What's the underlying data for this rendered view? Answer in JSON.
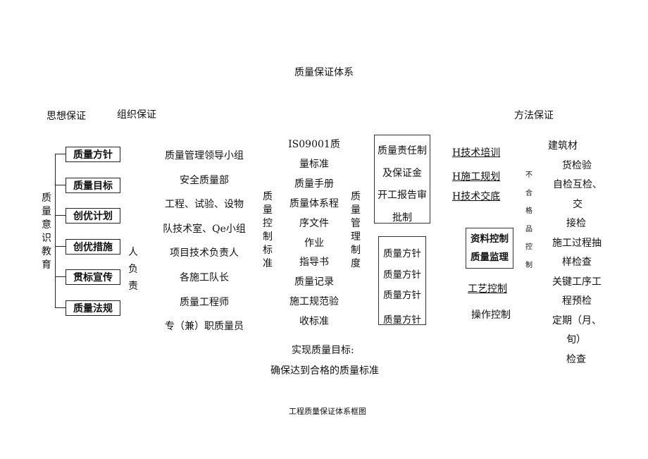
{
  "title": "质量保证体系",
  "caption": "工程质量保证体系框图",
  "headers": {
    "thought": "思想保证",
    "organization": "组织保证",
    "method": "方法保证"
  },
  "thought": {
    "vertical_label": [
      "质",
      "量",
      "意",
      "识",
      "教",
      "育"
    ],
    "items": [
      "质量方针",
      "质量目标",
      "创优计划",
      "创优措施",
      "贯标宣传",
      "质量法规"
    ]
  },
  "organization": {
    "person_label": [
      "人",
      "负",
      "责"
    ],
    "items": [
      "质量管理领导小组",
      "安全质量部",
      "工程、试验、设物",
      "队技术室、Qe小组",
      "项目技术负责人",
      "各施工队长",
      "质量工程师",
      "专（兼）职质量员"
    ]
  },
  "control_standard": {
    "vertical_label": [
      "质",
      "量",
      "控",
      "制",
      "标",
      "准"
    ],
    "items": [
      "IS09001质",
      "量标准",
      "质量手册",
      "质量体系程",
      "序文件",
      "作业",
      "指导书",
      "质量记录",
      "施工规范验",
      "收标准"
    ]
  },
  "management_system": {
    "vertical_label": [
      "质",
      "量",
      "管",
      "理",
      "制",
      "度"
    ],
    "box1": [
      "质量责任制",
      "及保证金",
      "开工报告审",
      "批制"
    ],
    "box2": [
      "质量方针",
      "质量方针",
      "质量方针",
      "质量方针"
    ]
  },
  "method": {
    "tech": [
      "H技术培训",
      "H施工规划",
      "H技术交底"
    ],
    "monitor_box": [
      "资料控制",
      "质量监理"
    ],
    "process_control": "工艺控制",
    "operation_control": "操作控制",
    "nonconforming_label": [
      "不",
      "合",
      "格",
      "品",
      "控",
      "制"
    ],
    "inspection": [
      "建筑材",
      "货检验",
      "自检互检、",
      "交",
      "接检",
      "施工过程抽",
      "样检查",
      "关键工序工",
      "程预检",
      "定期（月、",
      "旬）",
      "检查"
    ]
  },
  "goal": {
    "line1": "实现质量目标:",
    "line2": "确保达到合格的质量标准"
  }
}
